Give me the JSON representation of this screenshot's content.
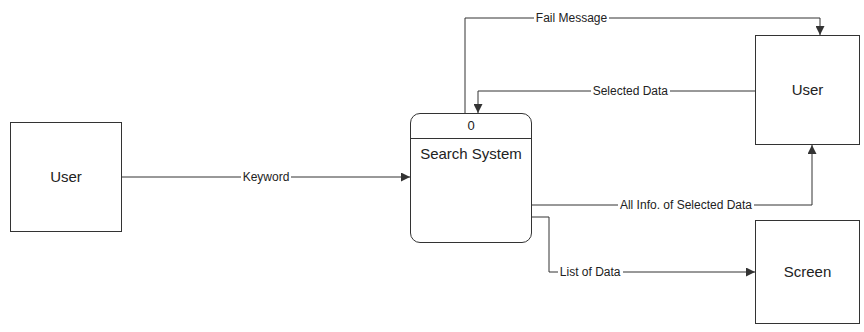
{
  "diagram": {
    "nodes": [
      {
        "text": [
          "User"
        ]
      },
      {
        "text": [
          "0",
          "Search System"
        ]
      },
      {
        "text": [
          "User"
        ]
      },
      {
        "text": [
          "Screen"
        ]
      }
    ],
    "edges": [
      {
        "from": 0,
        "to": 1,
        "label": "Keyword",
        "arrow": "to"
      },
      {
        "from": 1,
        "to": 2,
        "label": "Fail Message",
        "arrow": "to"
      },
      {
        "from": 2,
        "to": 1,
        "label": "Selected Data",
        "arrow": "to"
      },
      {
        "from": 1,
        "to": 2,
        "label": "All Info. of Selected Data",
        "arrow": "to"
      },
      {
        "from": 1,
        "to": 3,
        "label": "List of Data",
        "arrow": "to"
      }
    ]
  }
}
